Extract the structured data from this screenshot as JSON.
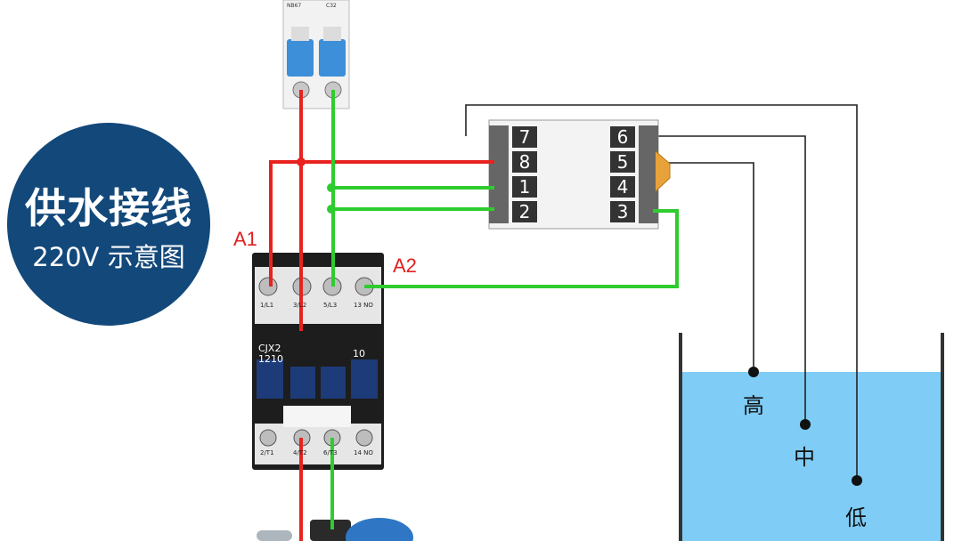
{
  "badge": {
    "title": "供水接线",
    "subtitle": "220V 示意图"
  },
  "labels": {
    "a1": "A1",
    "a2": "A2"
  },
  "relay": {
    "left_pins": [
      "7",
      "8",
      "1",
      "2"
    ],
    "right_pins": [
      "6",
      "5",
      "4",
      "3"
    ]
  },
  "contactor": {
    "model_line1": "CJX2",
    "model_line2": "1210",
    "model_code": "10",
    "top_terminals": [
      "1/L1",
      "3/L2",
      "5/L3",
      "13 NO"
    ],
    "bottom_terminals": [
      "2/T1",
      "4/T2",
      "6/T3",
      "14 NO"
    ]
  },
  "breaker": {
    "brand": "NB67",
    "rating": "C32"
  },
  "tank": {
    "levels": [
      "高",
      "中",
      "低"
    ]
  },
  "colors": {
    "live": "#e8221f",
    "neutral": "#2ecc2e",
    "water": "#7fcdf6",
    "badge": "#13487a"
  }
}
